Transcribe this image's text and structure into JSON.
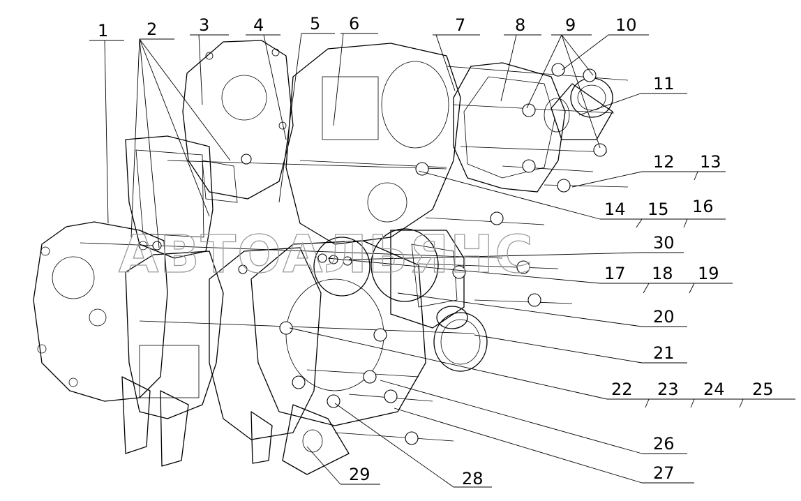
{
  "watermark": "АВТОАЛЬЯНС",
  "callouts": [
    "1",
    "2",
    "3",
    "4",
    "5",
    "6",
    "7",
    "8",
    "9",
    "10",
    "11",
    "12",
    "13",
    "14",
    "15",
    "16",
    "17",
    "18",
    "19",
    "20",
    "21",
    "22",
    "23",
    "24",
    "25",
    "26",
    "27",
    "28",
    "29",
    "30"
  ]
}
